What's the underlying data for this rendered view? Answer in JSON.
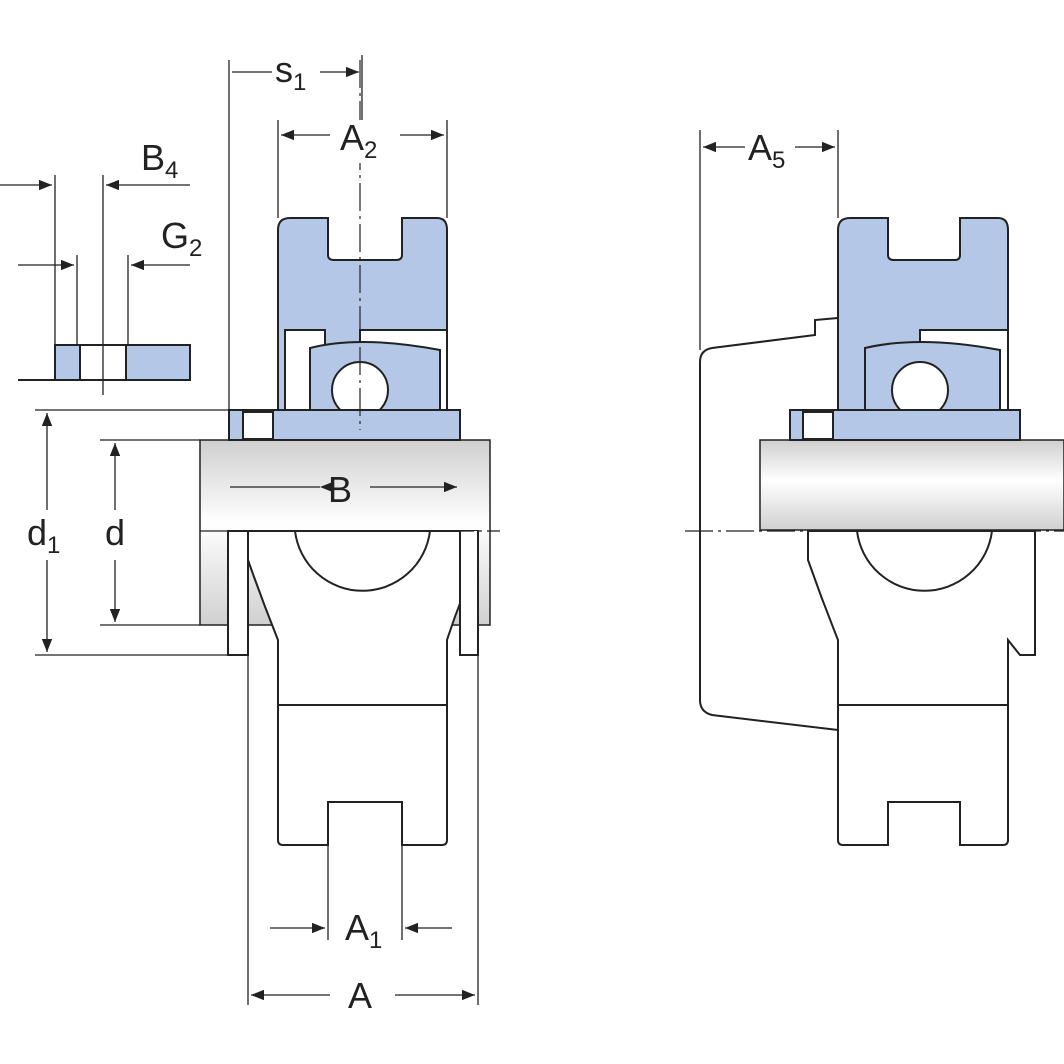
{
  "colors": {
    "housing_fill": "#b4c7e7",
    "outline": "#222222",
    "shaft_fill": "#d9d9d9"
  },
  "labels": {
    "s1": {
      "main": "s",
      "sub": "1"
    },
    "A2": {
      "main": "A",
      "sub": "2"
    },
    "B4": {
      "main": "B",
      "sub": "4"
    },
    "G2": {
      "main": "G",
      "sub": "2"
    },
    "A5": {
      "main": "A",
      "sub": "5"
    },
    "B": {
      "main": "B",
      "sub": ""
    },
    "d1": {
      "main": "d",
      "sub": "1"
    },
    "d": {
      "main": "d",
      "sub": ""
    },
    "A1": {
      "main": "A",
      "sub": "1"
    },
    "A": {
      "main": "A",
      "sub": ""
    }
  }
}
